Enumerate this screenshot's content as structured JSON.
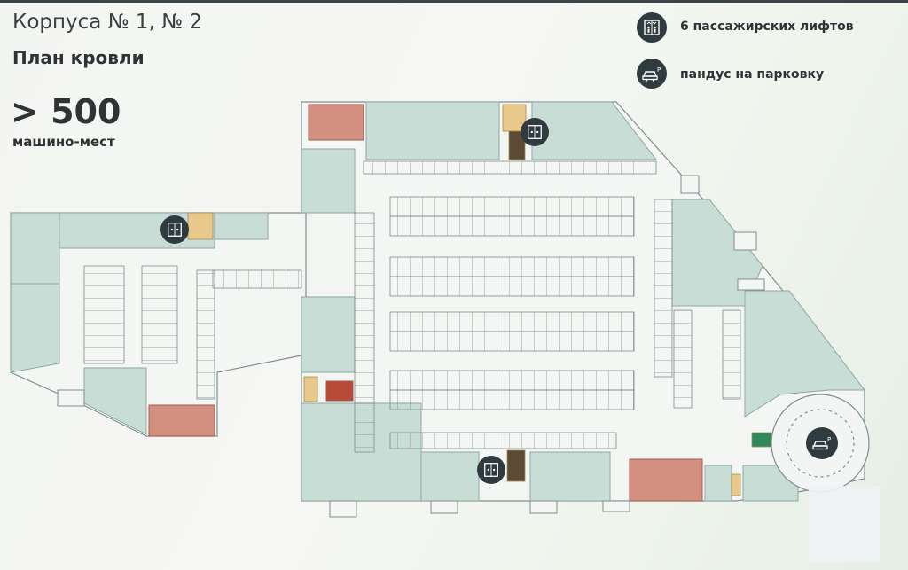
{
  "header": {
    "title": "Корпуса № 1, № 2",
    "subtitle": "План кровли"
  },
  "capacity": {
    "value": "> 500",
    "unit": "машино-мест"
  },
  "legend": {
    "items": [
      {
        "icon": "elevator-icon",
        "label": "6 пассажирских лифтов"
      },
      {
        "icon": "parking-ramp-icon",
        "label": "пандус на парковку"
      }
    ]
  },
  "colors": {
    "block": "#c9ddd7",
    "block_edge": "#8ea6a0",
    "red_block": "#d38f80",
    "stair": "#e8c98b",
    "icon_bg": "#2f3b3f"
  }
}
